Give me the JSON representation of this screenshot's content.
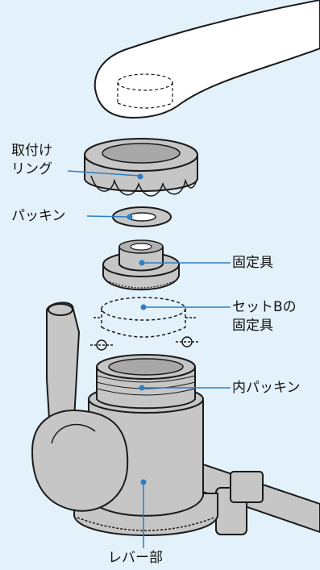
{
  "labels": {
    "mounting_ring_line1": "取付け",
    "mounting_ring_line2": "リング",
    "packing": "パッキン",
    "fixture": "固定具",
    "set_b_line1": "セットBの",
    "set_b_line2": "固定具",
    "inner_packing": "内パッキン",
    "lever": "レバー部"
  },
  "colors": {
    "background": "#e3f1fa",
    "part_fill": "#c6c6c6",
    "faucet_fill": "#ffffff",
    "outline": "#1a1a1a",
    "leader": "#2a7fc4"
  }
}
